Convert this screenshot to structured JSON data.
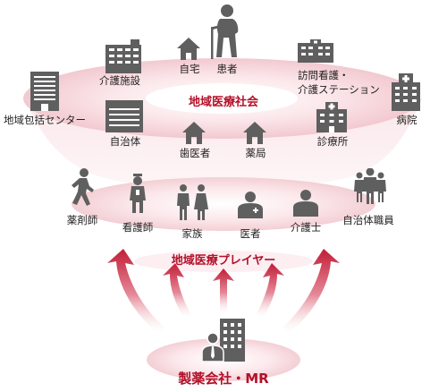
{
  "community": {
    "title": "地域医療社会",
    "items": [
      {
        "label": "介護施設"
      },
      {
        "label": "自宅"
      },
      {
        "label": "患者"
      },
      {
        "label": "訪問看護・\n介護ステーション"
      },
      {
        "label": "地域包括センター"
      },
      {
        "label": "病院"
      },
      {
        "label": "自治体"
      },
      {
        "label": "歯医者"
      },
      {
        "label": "薬局"
      },
      {
        "label": "診療所"
      }
    ]
  },
  "players": {
    "title": "地域医療プレイヤー",
    "items": [
      {
        "label": "薬剤師"
      },
      {
        "label": "看護師"
      },
      {
        "label": "家族"
      },
      {
        "label": "医者"
      },
      {
        "label": "介護士"
      },
      {
        "label": "自治体職員"
      }
    ]
  },
  "company": {
    "title": "製薬会社・MR"
  },
  "colors": {
    "accent": "#b3112a",
    "icon": "#5f5f5f",
    "ring": "#f4d7dc"
  }
}
